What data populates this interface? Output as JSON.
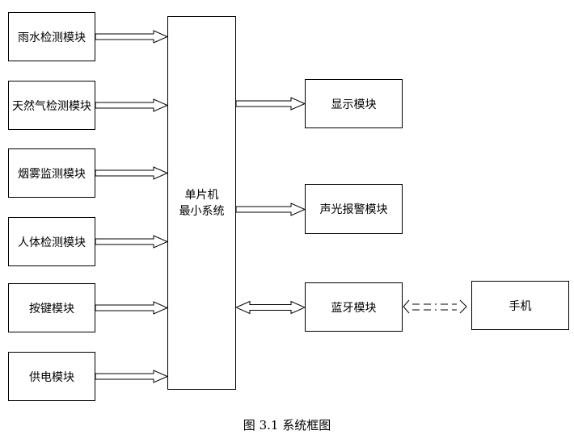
{
  "modules_left": [
    "雨水检测模块",
    "天然气检测模块",
    "烟雾监测模块",
    "人体检测模块",
    "按键模块",
    "供电模块"
  ],
  "mcu": {
    "line1": "单片机",
    "line2": "最小系统"
  },
  "modules_right": {
    "display": "显示模块",
    "alarm": "声光报警模块",
    "bluetooth": "蓝牙模块"
  },
  "phone": "手机",
  "caption": "图 3.1  系统框图"
}
